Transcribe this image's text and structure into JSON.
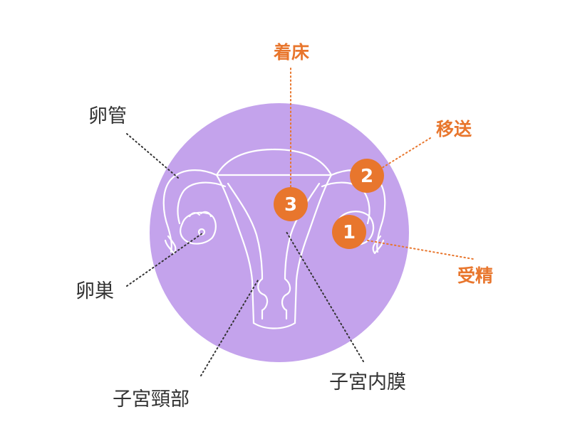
{
  "colors": {
    "circle": "#c4a3ec",
    "accent": "#e8762d",
    "organ_line": "#ffffff",
    "anatomy_text": "#333333",
    "anatomy_dots": "#333333"
  },
  "anatomy_labels": {
    "fallopian_tube": "卵管",
    "ovary": "卵巣",
    "cervix": "子宮頸部",
    "endometrium": "子宮内膜"
  },
  "process_labels": {
    "implantation": "着床",
    "transport": "移送",
    "fertilization": "受精"
  },
  "steps": {
    "one": "1",
    "two": "2",
    "three": "3"
  }
}
